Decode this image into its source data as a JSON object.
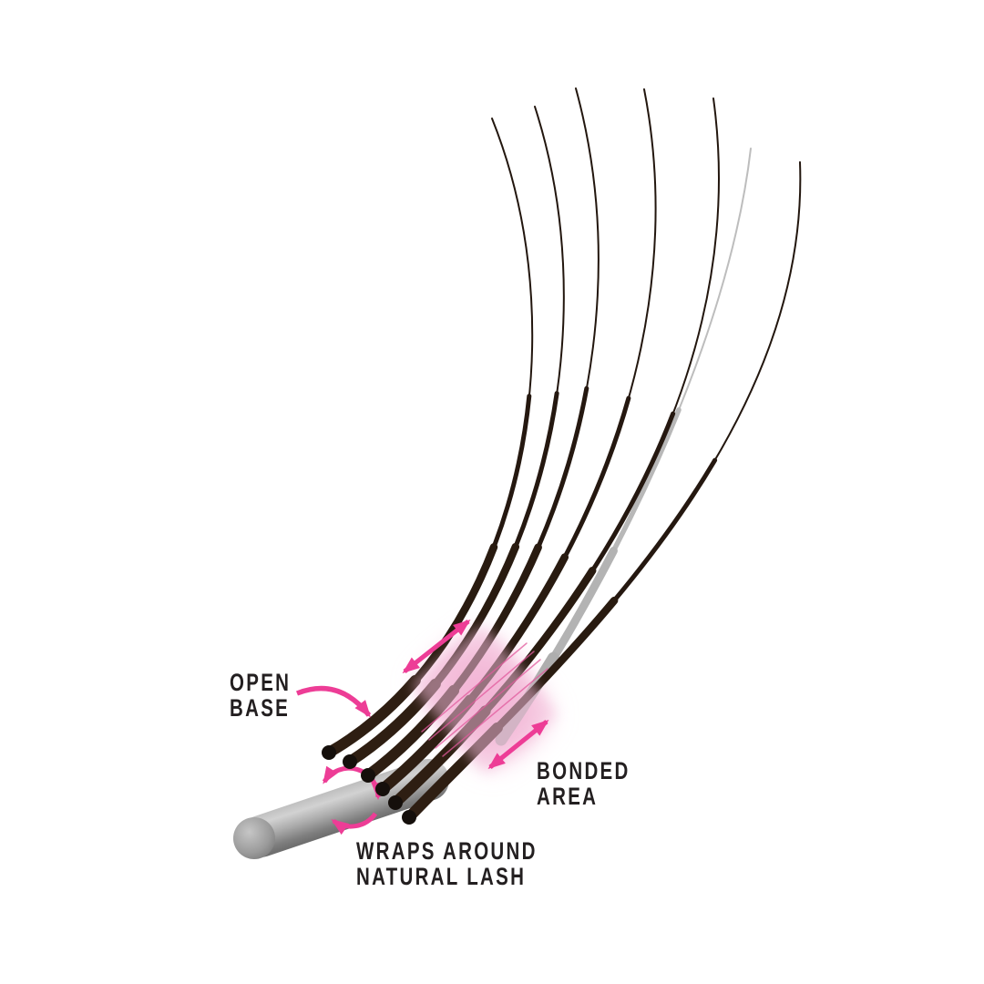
{
  "figure": {
    "description": "Volume lash extension fan wrapping around a natural lash",
    "labels": {
      "open_base": {
        "line1": "OPEN",
        "line2": "BASE"
      },
      "bonded_area": {
        "line1": "BONDED",
        "line2": "AREA"
      },
      "wraps_around": {
        "line1": "WRAPS AROUND",
        "line2": "NATURAL LASH"
      }
    },
    "diagram": {
      "extension_lash_count": 6,
      "natural_lash_count": 1
    },
    "colors": {
      "accent_pink": "#ED3D96",
      "bond_glow_pink": "#F2A0CB",
      "bond_strand_pink": "#E25A9D",
      "lash_dark": "#281A10",
      "lash_tip_black": "#150F0B",
      "natural_lash_gray": "#B3B3B3",
      "text": "#231F20",
      "background": "#FFFFFF"
    }
  }
}
